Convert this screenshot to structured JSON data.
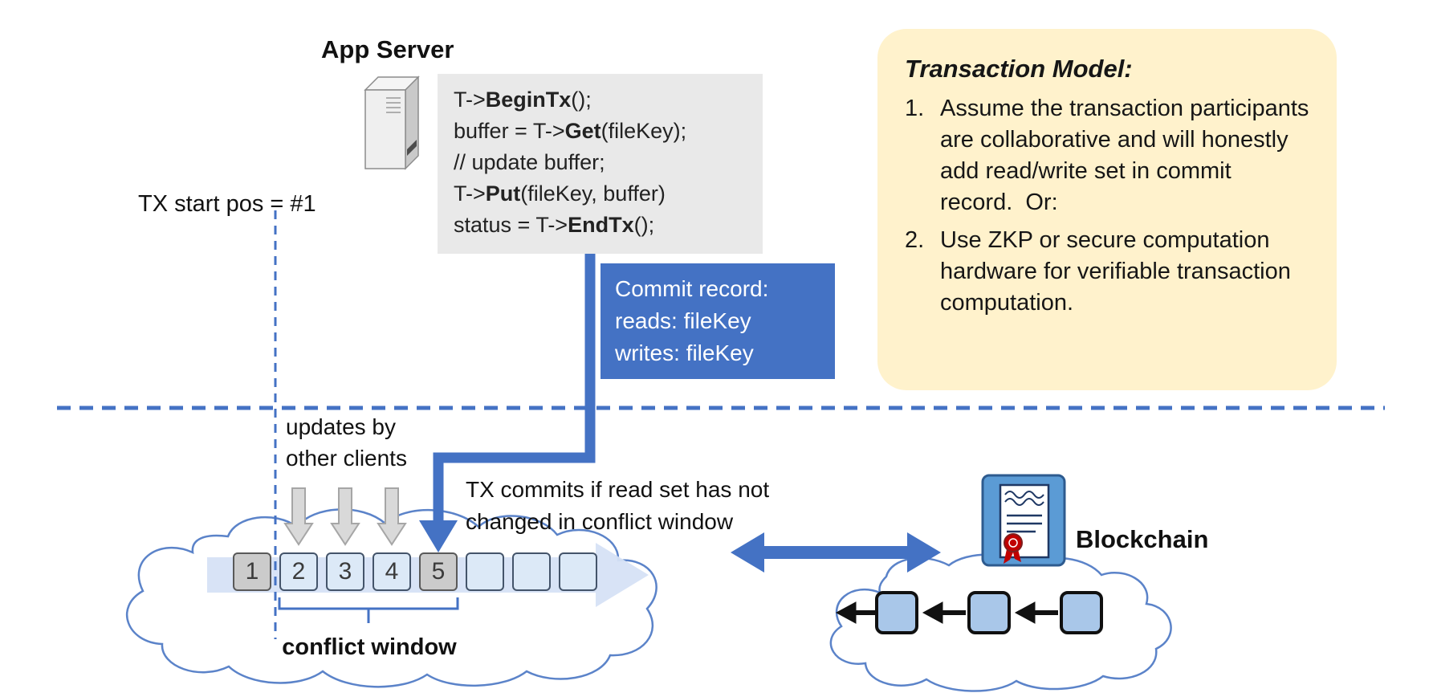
{
  "colors": {
    "accent_blue": "#4472C4",
    "light_blue_square": "#DCE9F7",
    "gray_square": "#CBCBCB",
    "yellow_panel": "#FFF2CC",
    "code_background": "#E9E9E9",
    "chain_block_fill": "#A9C7E9",
    "update_arrow_gray": "#D9D9D9",
    "seal_red": "#C00000"
  },
  "app_server": {
    "label": "App Server"
  },
  "code_block": {
    "lines": [
      {
        "pre": "T->",
        "bold": "BeginTx",
        "post": "();"
      },
      {
        "pre": "buffer = T->",
        "bold": "Get",
        "post": "(fileKey);"
      },
      {
        "pre": "// update buffer;",
        "bold": "",
        "post": ""
      },
      {
        "pre": "T->",
        "bold": "Put",
        "post": "(fileKey, buffer)"
      },
      {
        "pre": "status = T->",
        "bold": "EndTx",
        "post": "();"
      }
    ]
  },
  "labels": {
    "tx_start": "TX start pos = #1",
    "updates_line1": "updates by",
    "updates_line2": "other clients",
    "tx_commits_line1": "TX commits if read set has not",
    "tx_commits_line2": "changed in conflict window"
  },
  "commit_record": {
    "lines": [
      "Commit record:",
      "reads: fileKey",
      "writes: fileKey"
    ]
  },
  "transaction_model": {
    "title": "Transaction Model:",
    "items": [
      {
        "num": "1.",
        "text": "Assume the transaction participants are collaborative and will honestly add read/write set in commit record.  Or:"
      },
      {
        "num": "2.",
        "text": "Use ZKP or secure computation hardware for verifiable transaction computation."
      }
    ]
  },
  "timeline": {
    "squares": [
      {
        "label": "1",
        "style": "gray"
      },
      {
        "label": "2",
        "style": "blue"
      },
      {
        "label": "3",
        "style": "blue"
      },
      {
        "label": "4",
        "style": "blue"
      },
      {
        "label": "5",
        "style": "gray"
      },
      {
        "label": "",
        "style": "blue"
      },
      {
        "label": "",
        "style": "blue"
      },
      {
        "label": "",
        "style": "blue"
      }
    ],
    "conflict_window_label": "conflict window"
  },
  "blockchain": {
    "label": "Blockchain"
  }
}
